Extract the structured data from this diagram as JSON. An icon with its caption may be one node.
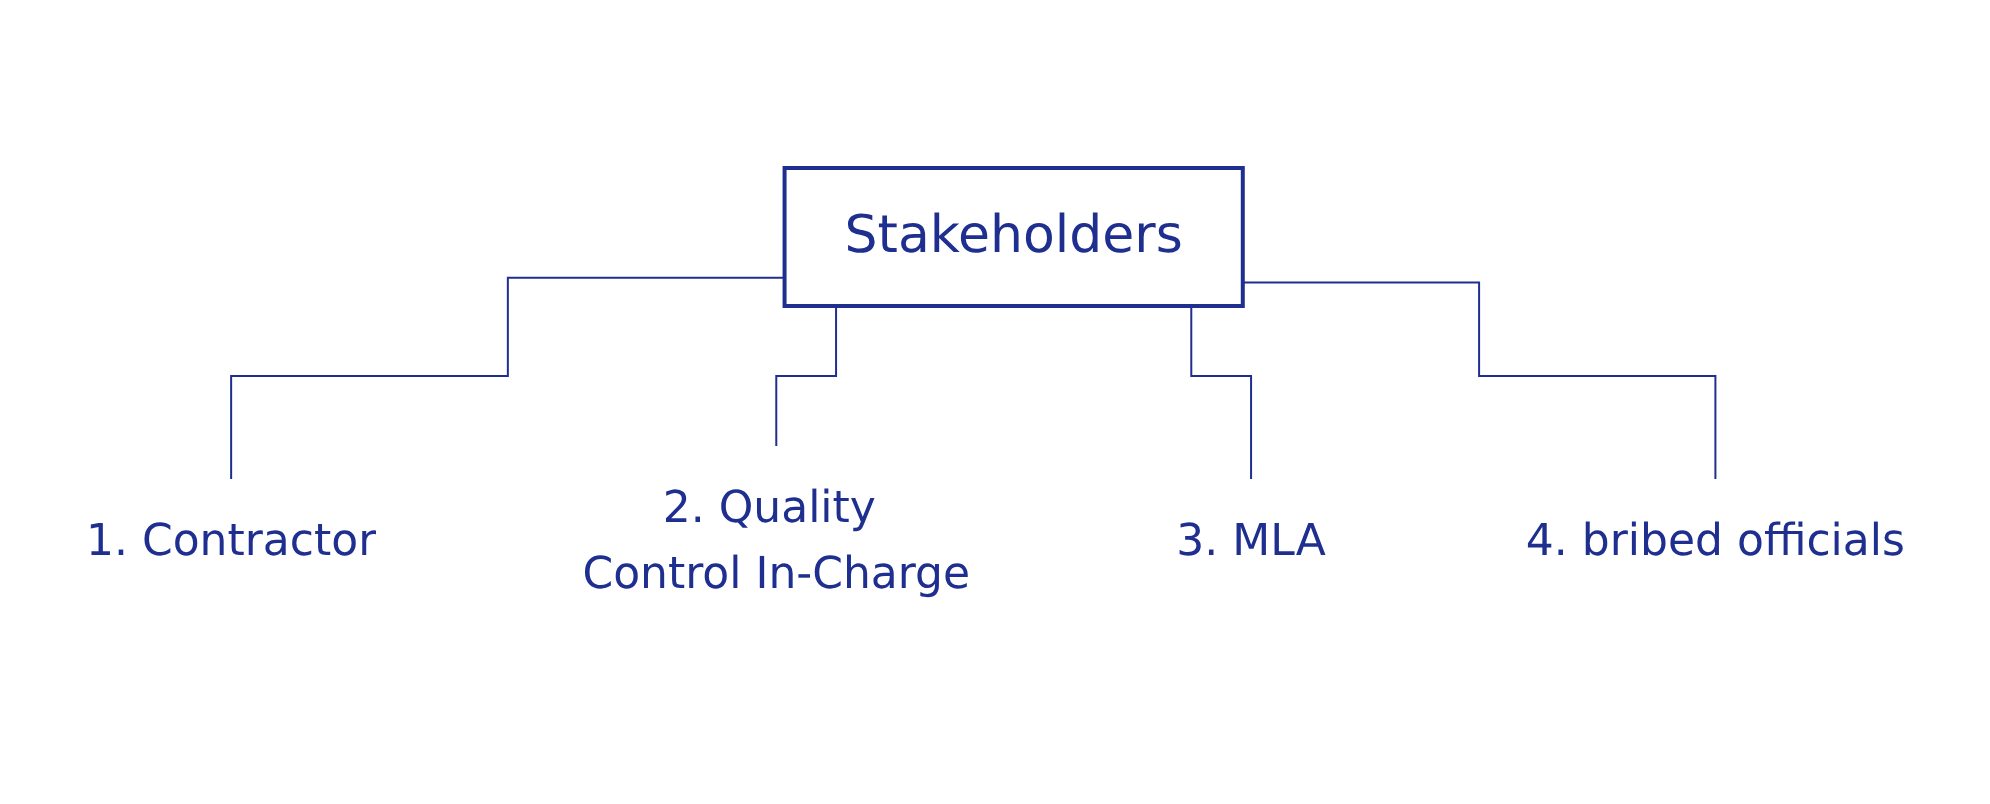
{
  "diagram": {
    "nodes": [
      {
        "text": [
          "Stakeholders"
        ]
      },
      {
        "text": [
          "1. Contractor"
        ]
      },
      {
        "text": [
          "2. Quality Control In-Charge"
        ]
      },
      {
        "text": [
          "3. MLA"
        ]
      },
      {
        "text": [
          "4. bribed officials"
        ]
      }
    ],
    "edges": [
      {
        "from": 0,
        "to": 1,
        "arrow": "none"
      },
      {
        "from": 0,
        "to": 2,
        "arrow": "none"
      },
      {
        "from": 0,
        "to": 3,
        "arrow": "none"
      },
      {
        "from": 0,
        "to": 4,
        "arrow": "none"
      }
    ]
  }
}
